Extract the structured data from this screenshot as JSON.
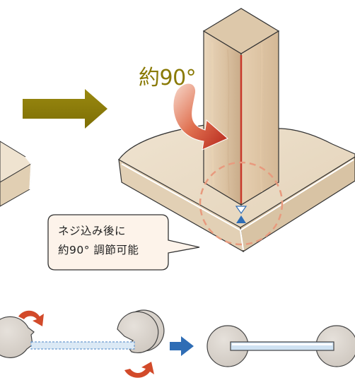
{
  "angle_label": "約90°",
  "callout": {
    "line1": "ネジ込み後に",
    "line2": "約90° 調節可能"
  },
  "colors": {
    "wood_light": "#f1e3cd",
    "wood_mid": "#d9c0a0",
    "wood_dark": "#c4a684",
    "post_red_line": "#c8392a",
    "rotation_arrow": "#d24a2a",
    "step_arrow_olive": "#8a7a06",
    "step_arrow_blue": "#2f6db5",
    "circle_grey": "#d8d2cb",
    "bar_blue": "#cfe2f3",
    "callout_fill": "#fdf3ea",
    "dashed_circle": "#e89a7e"
  }
}
